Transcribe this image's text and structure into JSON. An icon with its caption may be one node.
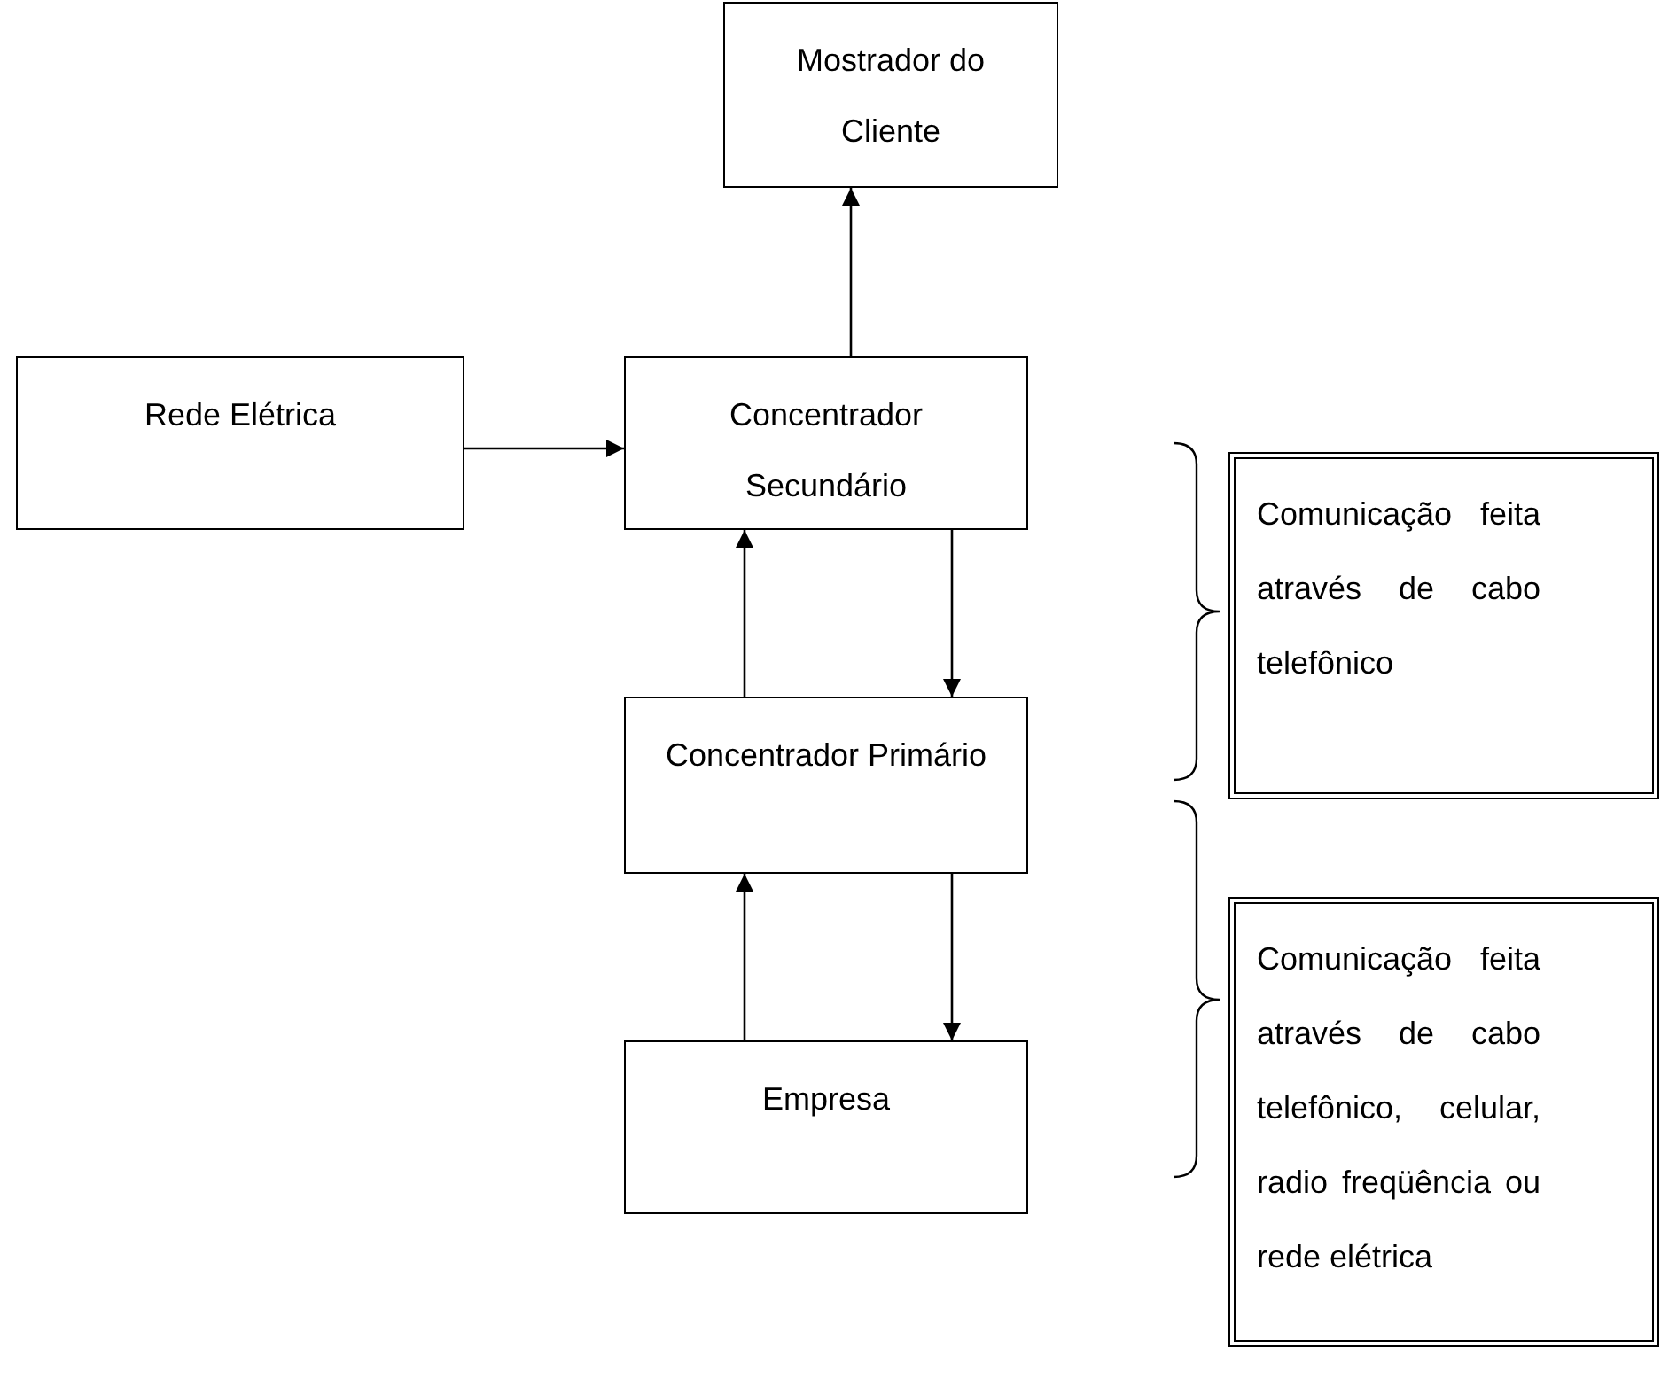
{
  "diagram": {
    "nodes": [
      {
        "text": [
          "Mostrador do Cliente"
        ]
      },
      {
        "text": [
          "Rede Elétrica"
        ]
      },
      {
        "text": [
          "Concentrador Secundário"
        ]
      },
      {
        "text": [
          "Concentrador Primário"
        ]
      },
      {
        "text": [
          "Empresa"
        ]
      },
      {
        "text": [
          "Comunicação feita através de cabo telefônico"
        ]
      },
      {
        "text": [
          "Comunicação feita através de cabo telefônico, celular, radio freqüência ou rede elétrica"
        ]
      }
    ],
    "edges": [
      {
        "from": 2,
        "to": 0,
        "arrow": "to"
      },
      {
        "from": 1,
        "to": 2,
        "arrow": "to"
      },
      {
        "from": 3,
        "to": 2,
        "arrow": "to"
      },
      {
        "from": 2,
        "to": 3,
        "arrow": "to"
      },
      {
        "from": 4,
        "to": 3,
        "arrow": "to"
      },
      {
        "from": 3,
        "to": 4,
        "arrow": "to"
      }
    ]
  }
}
